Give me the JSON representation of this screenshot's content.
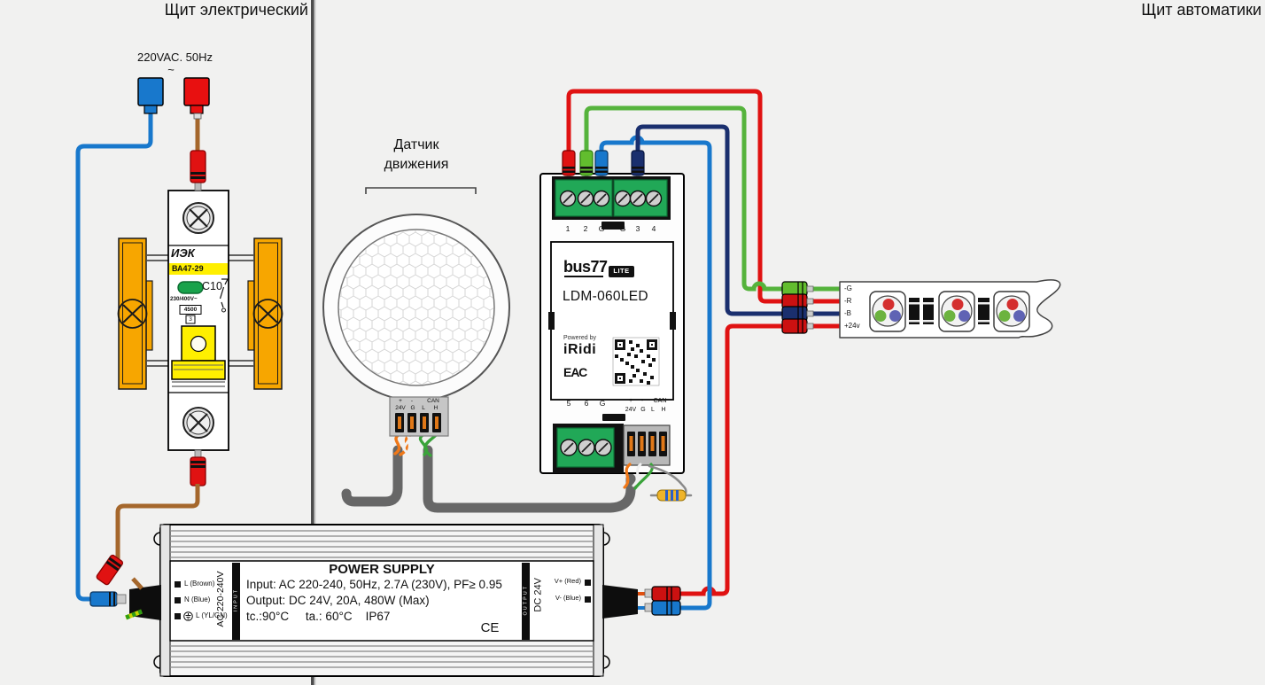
{
  "panel_titles": {
    "left": "Щит электрический",
    "right": "Щит автоматики"
  },
  "mains": {
    "label": "220VAC. 50Hz",
    "phase_symbol": "~"
  },
  "breaker": {
    "brand": "ИЭК",
    "model": "ВА47-29",
    "rating": "C10",
    "voltage": "230/400V~",
    "breaking_capacity": "4500",
    "energy_class": "3"
  },
  "sensor": {
    "label": [
      "Датчик",
      "движения"
    ],
    "terminal_row1": [
      "+",
      "-",
      "CAN"
    ],
    "terminal_row2": [
      "24V",
      "G",
      "L",
      "H"
    ]
  },
  "module": {
    "brand": "bus77",
    "badge": "LITE",
    "model": "LDM-060LED",
    "powered_by": "Powered by",
    "powered_brand": "iRidi",
    "cert_mark": "ЕАС",
    "top_terminals": [
      "1",
      "2",
      "G",
      "G",
      "3",
      "4"
    ],
    "bottom_left_terminals": [
      "5",
      "6",
      "G"
    ],
    "bottom_right_row1": [
      "+",
      "-",
      "CAN"
    ],
    "bottom_right_row2": [
      "24V",
      "G",
      "L",
      "H"
    ]
  },
  "led_strip": {
    "pin_labels": [
      "-G",
      "-R",
      "-B",
      "+24v"
    ]
  },
  "power_supply": {
    "title": "POWER SUPPLY",
    "spec_lines": [
      "Input: AC 220-240, 50Hz, 2.7A (230V), PF≥ 0.95",
      "Output: DC 24V, 20A, 480W (Max)",
      "tc.:90°C     ta.: 60°C    IP67"
    ],
    "ce_mark": "CE",
    "input": {
      "side_label": "AC 220-240V",
      "bar_label": "INPUT",
      "terminals": [
        "L (Brown)",
        "N (Blue)",
        "L (YL/GN)"
      ]
    },
    "output": {
      "side_label": "DC 24V",
      "bar_label": "OUTPUT",
      "terminals": [
        "V+ (Red)",
        "V- (Blue)"
      ]
    }
  },
  "colors": {
    "wire_brown": "#a5672c",
    "wire_blue": "#1878cc",
    "wire_red": "#e01212",
    "wire_green": "#55b33c",
    "wire_navy": "#1a2f6e",
    "cable_gray": "#676767",
    "breaker_yellow": "#ffef00",
    "din_clip_orange": "#f7a600",
    "terminal_green": "#21a857"
  }
}
